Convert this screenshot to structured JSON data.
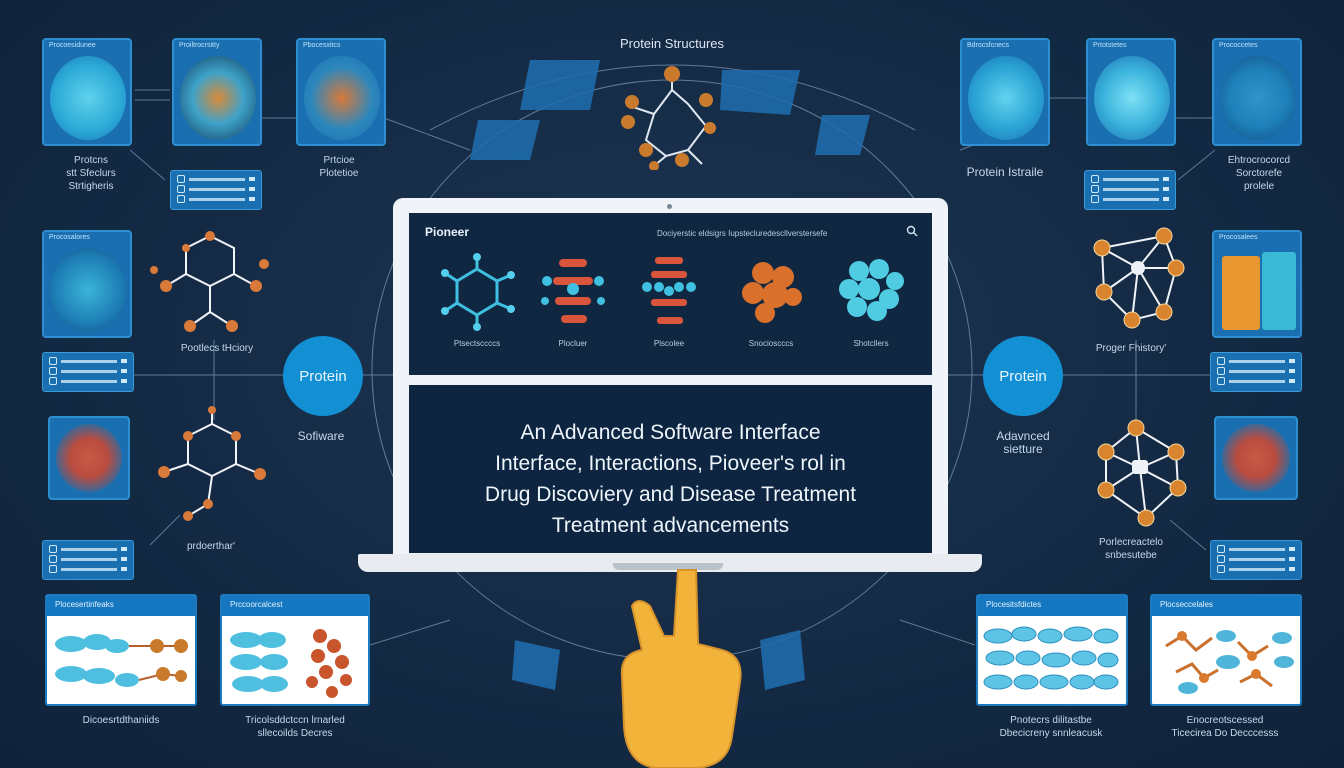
{
  "top_title": "Protein Structures",
  "laptop": {
    "app_title": "Pioneer",
    "search_text": "Dociyerstic eldsigrs Iupstecluredescllverstersefe",
    "proteins": [
      {
        "label": "Ptsectsccccs"
      },
      {
        "label": "Plocluer"
      },
      {
        "label": "Plscolee"
      },
      {
        "label": "Snocioscccs"
      },
      {
        "label": "Shotcllers"
      }
    ],
    "headline": {
      "line1": "An Advanced Software Interface",
      "line2": "Interface, Interactions, Pioveer's rol in",
      "line3": "Drug Discoviery and Disease Treatment",
      "line4": "Treatment advancements"
    }
  },
  "left_badge": "Protein",
  "right_badge": "Protein",
  "labels": {
    "l_prot_struct": "Protcns\nstt Sfeclurs\nStrtigheris",
    "l_prot_tile3": "Prtcioe\nPlotetioe",
    "l_prot_history": "Pootlecs tHciory",
    "l_software": "Sofiware",
    "l_pretorthan": "prdoerthar'",
    "r_prot_istraile": "Protein Istraile",
    "r_ehtroc": "Ehtrocrocorcd\nSorctorefe\nprolele",
    "r_proger": "Proger Fhistory'",
    "r_advanced": "Adavnced\nsietture",
    "r_porlectre": "Porlecreactelo\nsnbesutebe",
    "b_left1": "Dicoesrtdthaniids",
    "b_left2": "Tricolsddctccn lrnarled\nsllecoilds Decres",
    "b_right1": "Pnotecrs dilitastbe\nDbecicreny snnleacusk",
    "b_right2": "Enocreotscessed\nTicecirea Do Decccesss"
  },
  "bottom_cards": [
    {
      "header": "Plocesertinfeaks"
    },
    {
      "header": "Prccoorcalcest"
    },
    {
      "header": "Plocesitsfdictes"
    },
    {
      "header": "Plocseccelales"
    }
  ],
  "tile_tabs": [
    "Procoesidunee",
    "Proiltrocrsitty",
    "Pbocesxitcs",
    "Procosalores",
    "Bdrocsfcnecs",
    "Prtotstetes",
    "Prococcetes",
    "Procosalees"
  ],
  "colors": {
    "background": "#142a44",
    "accent_blue": "#1290d3",
    "tile_blue": "#1a6fb0",
    "protein_cyan": "#46c3e0",
    "protein_orange": "#d97a30",
    "hand": "#f2b33b"
  }
}
